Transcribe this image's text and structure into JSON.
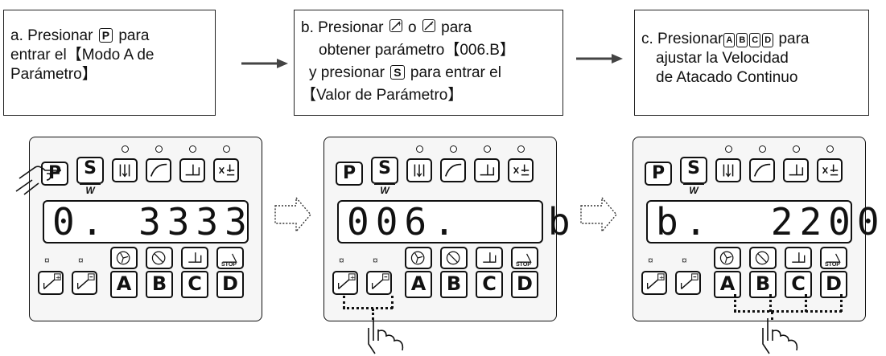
{
  "steps": [
    {
      "line1_pre": "a. Presionar",
      "line1_key": "P",
      "line1_post": "para",
      "line2": "entrar el【Modo A de",
      "line3": "Parámetro】"
    },
    {
      "line1_pre": "b. Presionar",
      "line1_mid": "o",
      "line1_post": "para",
      "line2": "obtener parámetro【006.B】",
      "line3_pre": "y presionar",
      "line3_key": "S",
      "line3_post": "para entrar el",
      "line4": "【Valor de Parámetro】"
    },
    {
      "line1_pre": "c. Presionar",
      "keys": [
        "A",
        "B",
        "C",
        "D"
      ],
      "line1_post": "para",
      "line2": "ajustar la Velocidad",
      "line3": "de Atacado Continuo"
    }
  ],
  "panel": {
    "key_p": "P",
    "key_s": "S",
    "key_w": "W",
    "keys_bottom": [
      "A",
      "B",
      "C",
      "D"
    ],
    "stop_label": "STOP",
    "displays": [
      "0. 3333",
      "006.   b",
      "b.  2200"
    ]
  },
  "colors": {
    "ink": "#111111",
    "panel_bg": "#f6f6f6"
  }
}
